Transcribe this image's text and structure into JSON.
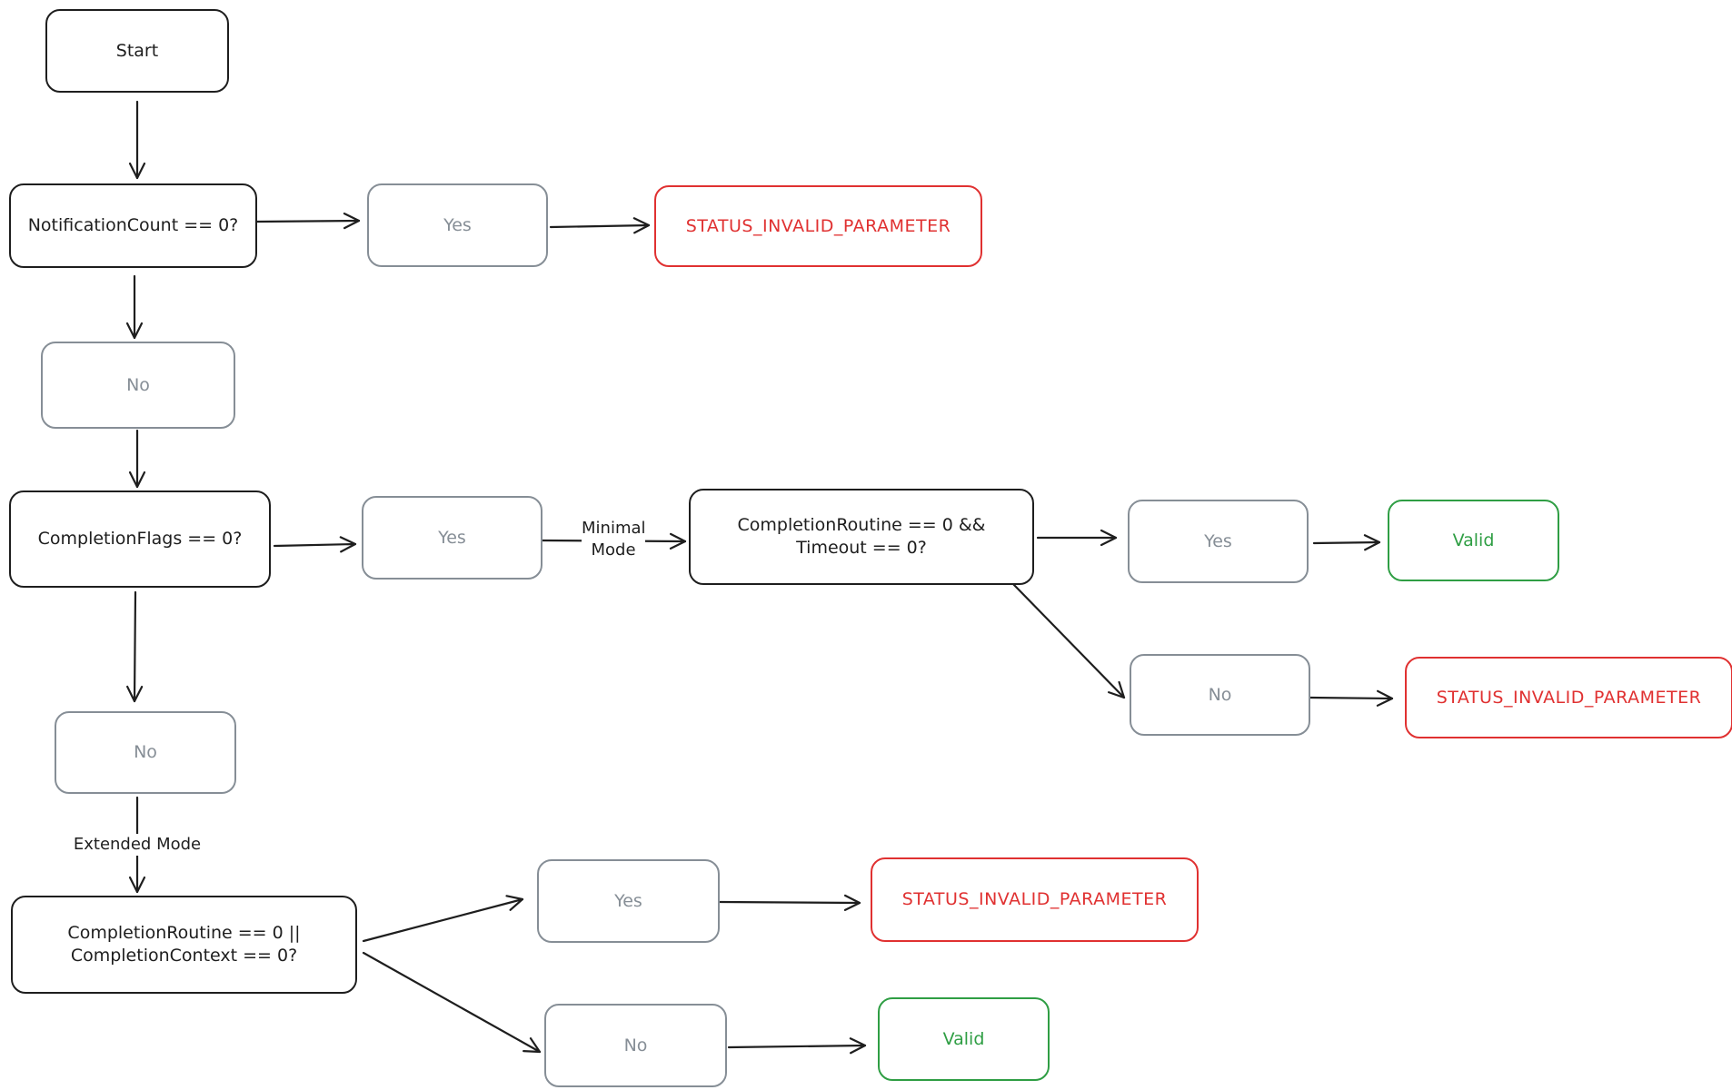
{
  "nodes": {
    "start": "Start",
    "q_notification_count": "NotificationCount == 0?",
    "yes_1": "Yes",
    "err_1": "STATUS_INVALID_PARAMETER",
    "no_1": "No",
    "q_completion_flags": "CompletionFlags == 0?",
    "yes_2": "Yes",
    "q_minimal": "CompletionRoutine == 0 && Timeout == 0?",
    "yes_3": "Yes",
    "valid_1": "Valid",
    "no_3": "No",
    "err_3": "STATUS_INVALID_PARAMETER",
    "no_2": "No",
    "q_extended": "CompletionRoutine == 0 || CompletionContext == 0?",
    "yes_4": "Yes",
    "err_4": "STATUS_INVALID_PARAMETER",
    "no_4": "No",
    "valid_2": "Valid"
  },
  "edge_labels": {
    "minimal_mode": "Minimal Mode",
    "extended_mode": "Extended Mode"
  },
  "colors": {
    "stroke": "#1e1e1e",
    "answer": "#868e96",
    "error": "#e03131",
    "valid": "#2f9e44"
  }
}
